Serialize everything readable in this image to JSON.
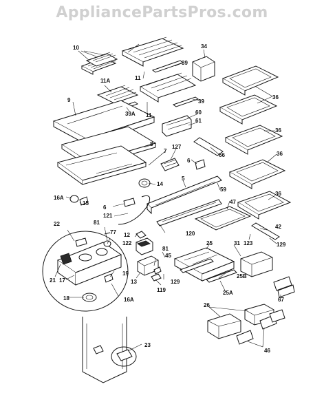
{
  "watermark": "AppliancePartsPros.com",
  "labels": [
    "10",
    "11A",
    "11",
    "39",
    "34",
    "39A",
    "11",
    "39",
    "36",
    "9",
    "60",
    "61",
    "36",
    "8",
    "7",
    "127",
    "66",
    "36",
    "6",
    "14",
    "5",
    "59",
    "36",
    "16A",
    "15",
    "47",
    "6",
    "121",
    "42",
    "22",
    "81",
    "77",
    "120",
    "123",
    "129",
    "12",
    "122",
    "25",
    "31",
    "81",
    "45",
    "25B",
    "21",
    "17",
    "19",
    "13",
    "129",
    "119",
    "67",
    "25A",
    "18",
    "16A",
    "26",
    "23",
    "46"
  ]
}
